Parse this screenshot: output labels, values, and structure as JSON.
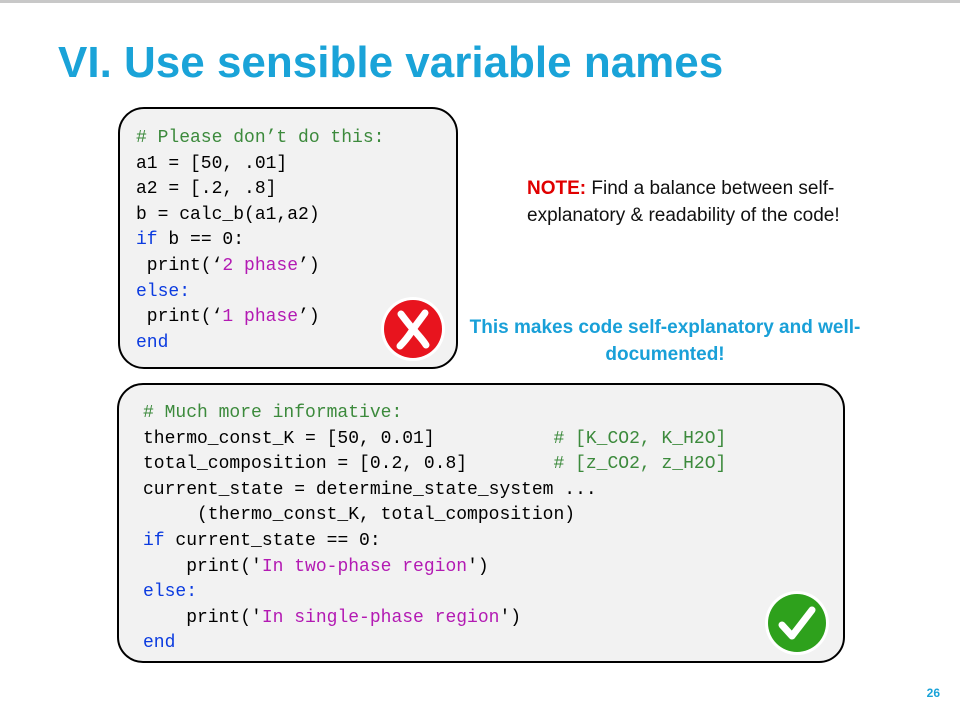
{
  "slide": {
    "title": "VI. Use sensible variable names",
    "page_number": "26"
  },
  "bad_example": {
    "status_icon": "red-x-icon",
    "lines": [
      [
        {
          "t": "comment",
          "text": "# Please don’t do this:"
        }
      ],
      [
        {
          "t": "plain",
          "text": "a1 = [50, .01]"
        }
      ],
      [
        {
          "t": "plain",
          "text": "a2 = [.2, .8]"
        }
      ],
      [
        {
          "t": "plain",
          "text": "b = calc_b(a1,a2)"
        }
      ],
      [
        {
          "t": "keyword",
          "text": "if"
        },
        {
          "t": "plain",
          "text": " b == 0:"
        }
      ],
      [
        {
          "t": "plain",
          "text": " print(‘"
        },
        {
          "t": "string",
          "text": "2 phase"
        },
        {
          "t": "plain",
          "text": "’)"
        }
      ],
      [
        {
          "t": "keyword",
          "text": "else:"
        }
      ],
      [
        {
          "t": "plain",
          "text": " print(‘"
        },
        {
          "t": "string",
          "text": "1 phase"
        },
        {
          "t": "plain",
          "text": "’)"
        }
      ],
      [
        {
          "t": "keyword",
          "text": "end"
        }
      ]
    ]
  },
  "good_example": {
    "status_icon": "green-check-icon",
    "lines": [
      [
        {
          "t": "comment",
          "text": "# Much more informative:"
        }
      ],
      [
        {
          "t": "plain",
          "text": "thermo_const_K = [50, 0.01]           "
        },
        {
          "t": "comment",
          "text": "# [K_CO2, K_H2O]"
        }
      ],
      [
        {
          "t": "plain",
          "text": "total_composition = [0.2, 0.8]        "
        },
        {
          "t": "comment",
          "text": "# [z_CO2, z_H2O]"
        }
      ],
      [
        {
          "t": "plain",
          "text": "current_state = determine_state_system ..."
        }
      ],
      [
        {
          "t": "plain",
          "text": "     (thermo_const_K, total_composition)"
        }
      ],
      [
        {
          "t": "keyword",
          "text": "if"
        },
        {
          "t": "plain",
          "text": " current_state == 0:"
        }
      ],
      [
        {
          "t": "plain",
          "text": "    print('"
        },
        {
          "t": "string",
          "text": "In two-phase region"
        },
        {
          "t": "plain",
          "text": "')"
        }
      ],
      [
        {
          "t": "keyword",
          "text": "else:"
        }
      ],
      [
        {
          "t": "plain",
          "text": "    print('"
        },
        {
          "t": "string",
          "text": "In single-phase region"
        },
        {
          "t": "plain",
          "text": "')"
        }
      ],
      [
        {
          "t": "keyword",
          "text": "end"
        }
      ]
    ]
  },
  "note": {
    "label": "NOTE:",
    "text": " Find a balance between self-explanatory & readability of the code!"
  },
  "callout": {
    "text": "This makes code self-explanatory and well-documented!"
  },
  "colors": {
    "title": "#1aa3d8",
    "comment": "#3c8a3c",
    "keyword": "#0b3be0",
    "string": "#b31ab3",
    "note_label": "#e00000",
    "bad_badge": "#e8141e",
    "good_badge": "#2ea11c"
  }
}
